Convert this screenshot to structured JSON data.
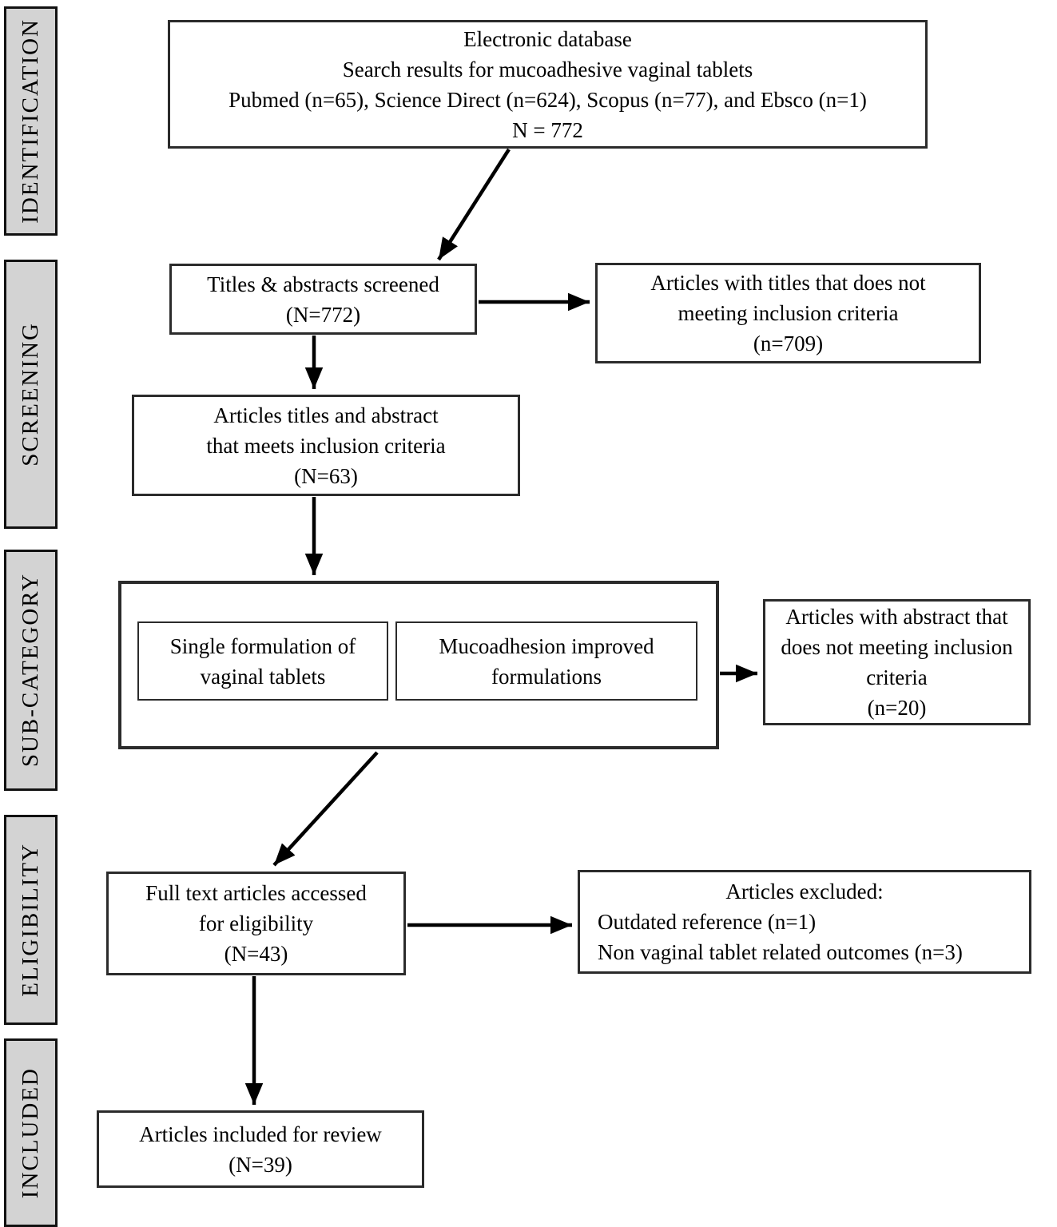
{
  "stages": [
    {
      "label": "IDENTIFICATION"
    },
    {
      "label": "SCREENING"
    },
    {
      "label": "SUB-CATEGORY"
    },
    {
      "label": "ELIGIBILITY"
    },
    {
      "label": "INCLUDED"
    }
  ],
  "boxes": {
    "electronic_database": {
      "lines": [
        "Electronic database",
        "Search results for mucoadhesive vaginal tablets",
        "Pubmed (n=65), Science Direct (n=624), Scopus (n=77), and Ebsco (n=1)",
        "N = 772"
      ]
    },
    "titles_screened": {
      "lines": [
        "Titles & abstracts screened",
        "(N=772)"
      ]
    },
    "titles_not_meeting": {
      "lines": [
        "Articles with titles that does not",
        "meeting inclusion criteria",
        "(n=709)"
      ]
    },
    "meets_inclusion": {
      "lines": [
        "Articles titles and abstract",
        "that meets inclusion criteria",
        "(N=63)"
      ]
    },
    "single_formulation": {
      "lines": [
        "Single formulation of",
        "vaginal tablets"
      ]
    },
    "mucoadhesion_improved": {
      "lines": [
        "Mucoadhesion improved",
        "formulations"
      ]
    },
    "abstract_not_meeting": {
      "lines": [
        "Articles with abstract that",
        "does not meeting inclusion",
        "criteria",
        "(n=20)"
      ]
    },
    "full_text": {
      "lines": [
        "Full text articles accessed",
        "for eligibility",
        "(N=43)"
      ]
    },
    "articles_excluded": {
      "heading": "Articles excluded:",
      "items": [
        "Outdated reference (n=1)",
        "Non vaginal tablet related outcomes (n=3)"
      ]
    },
    "included_review": {
      "lines": [
        "Articles included for review",
        "(N=39)"
      ]
    }
  },
  "colors": {
    "stage_fill": "#d3d3d3",
    "box_border": "#2b2b2b",
    "arrow": "#000000",
    "background": "#ffffff"
  }
}
